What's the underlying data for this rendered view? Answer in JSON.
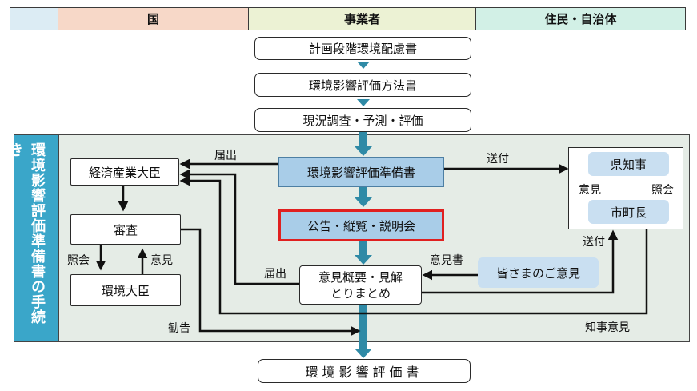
{
  "header": {
    "col_government": "国",
    "col_business": "事業者",
    "col_residents": "住民・自治体"
  },
  "flow": {
    "step1": "計画段階環境配慮書",
    "step2": "環境影響評価方法書",
    "step3": "現況調査・予測・評価",
    "step4": "環境影響評価準備書",
    "step5": "公告・縦覧・説明会",
    "step6_line1": "意見概要・見解",
    "step6_line2": "とりまとめ",
    "final": "環境影響評価書"
  },
  "side_label": "環境影響評価準備書の手続き",
  "government": {
    "minister_meti": "経済産業大臣",
    "review": "審査",
    "minister_env": "環境大臣"
  },
  "local": {
    "governor": "県知事",
    "mayor": "市町長"
  },
  "public_opinion": "皆さまのご意見",
  "labels": {
    "notify_top": "届出",
    "notify_mid": "届出",
    "send_top": "送付",
    "send_mid": "送付",
    "opinion_left": "意見",
    "inquiry_right": "照会",
    "inquiry_left": "照会",
    "opinion_right": "意見",
    "opinion_doc": "意見書",
    "advice": "勧告",
    "governor_opinion": "知事意見"
  },
  "colors": {
    "header_left": "#dcecf4",
    "header_gov": "#f7d8c8",
    "header_biz": "#ecf2d4",
    "header_res": "#d2f0e6",
    "panel_bg": "#e5ece6",
    "side_bar": "#3aa6c9",
    "flow_arrow": "#2f8aa6",
    "highlight": "#e02020"
  }
}
